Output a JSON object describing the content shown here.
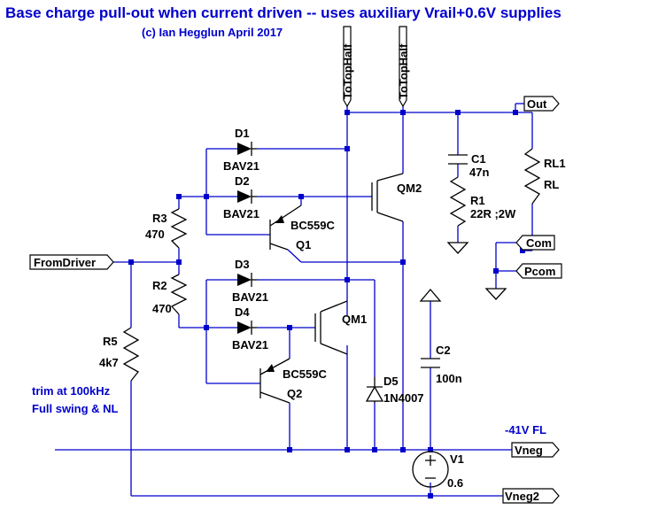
{
  "title": "Base charge pull-out when current driven -- uses auxiliary Vrail+0.6V supplies",
  "subtitle": "(c) Ian Hegglun April 2017",
  "nets": {
    "totophalf1": "ToTopHalf",
    "totophalf2": "ToTopHalf",
    "out": "Out",
    "fromdriver": "FromDriver",
    "com": "Com",
    "pcom": "Pcom",
    "vneg": "Vneg",
    "vneg2": "Vneg2"
  },
  "components": {
    "d1": {
      "ref": "D1",
      "value": "BAV21"
    },
    "d2": {
      "ref": "D2",
      "value": "BAV21"
    },
    "d3": {
      "ref": "D3",
      "value": "BAV21"
    },
    "d4": {
      "ref": "D4",
      "value": "BAV21"
    },
    "d5": {
      "ref": "D5",
      "value": "1N4007"
    },
    "q1": {
      "ref": "Q1",
      "value": "BC559C"
    },
    "q2": {
      "ref": "Q2",
      "value": "BC559C"
    },
    "qm1": {
      "ref": "QM1"
    },
    "qm2": {
      "ref": "QM2"
    },
    "r1": {
      "ref": "R1",
      "value": "22R ;2W"
    },
    "r2": {
      "ref": "R2",
      "value": "470"
    },
    "r3": {
      "ref": "R3",
      "value": "470"
    },
    "r5": {
      "ref": "R5",
      "value": "4k7"
    },
    "rl1": {
      "ref": "RL1",
      "value": "RL"
    },
    "c1": {
      "ref": "C1",
      "value": "47n"
    },
    "c2": {
      "ref": "C2",
      "value": "100n"
    },
    "v1": {
      "ref": "V1",
      "value": "0.6"
    }
  },
  "notes": {
    "trim1": "trim at 100kHz",
    "trim2": "Full swing & NL",
    "rail": "-41V FL"
  }
}
